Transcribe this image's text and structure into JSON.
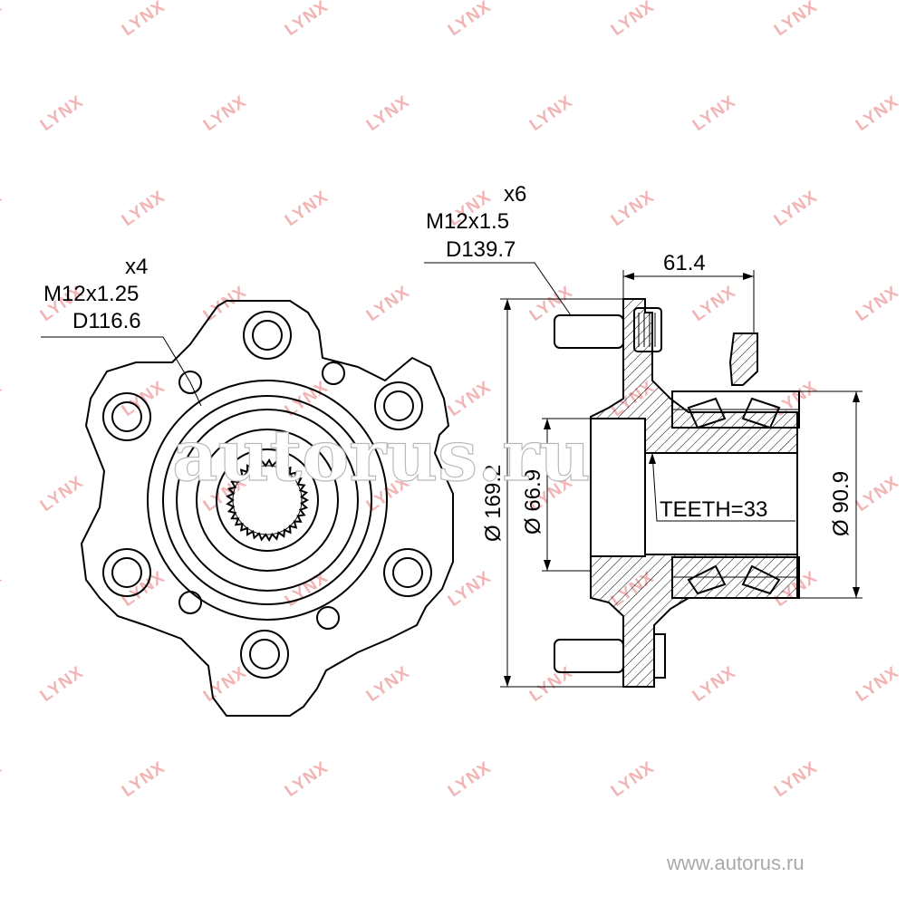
{
  "watermark_text": "LYNX",
  "big_watermark": "autorus.ru",
  "footer_url": "www.autorus.ru",
  "front_view": {
    "bolt_count": "x4",
    "bolt_thread": "M12x1.25",
    "bolt_circle": "D116.6"
  },
  "side_view": {
    "stud_count": "x6",
    "stud_thread": "M12x1.5",
    "stud_circle": "D139.7",
    "width_dim": "61.4",
    "outer_diameter": "Ø 169.2",
    "bore_diameter": "Ø 66.9",
    "bearing_diameter": "Ø 90.9",
    "teeth": "TEETH=33"
  },
  "colors": {
    "line": "#000000",
    "watermark": "#f2b4b4",
    "footer": "#a9a9a9"
  }
}
